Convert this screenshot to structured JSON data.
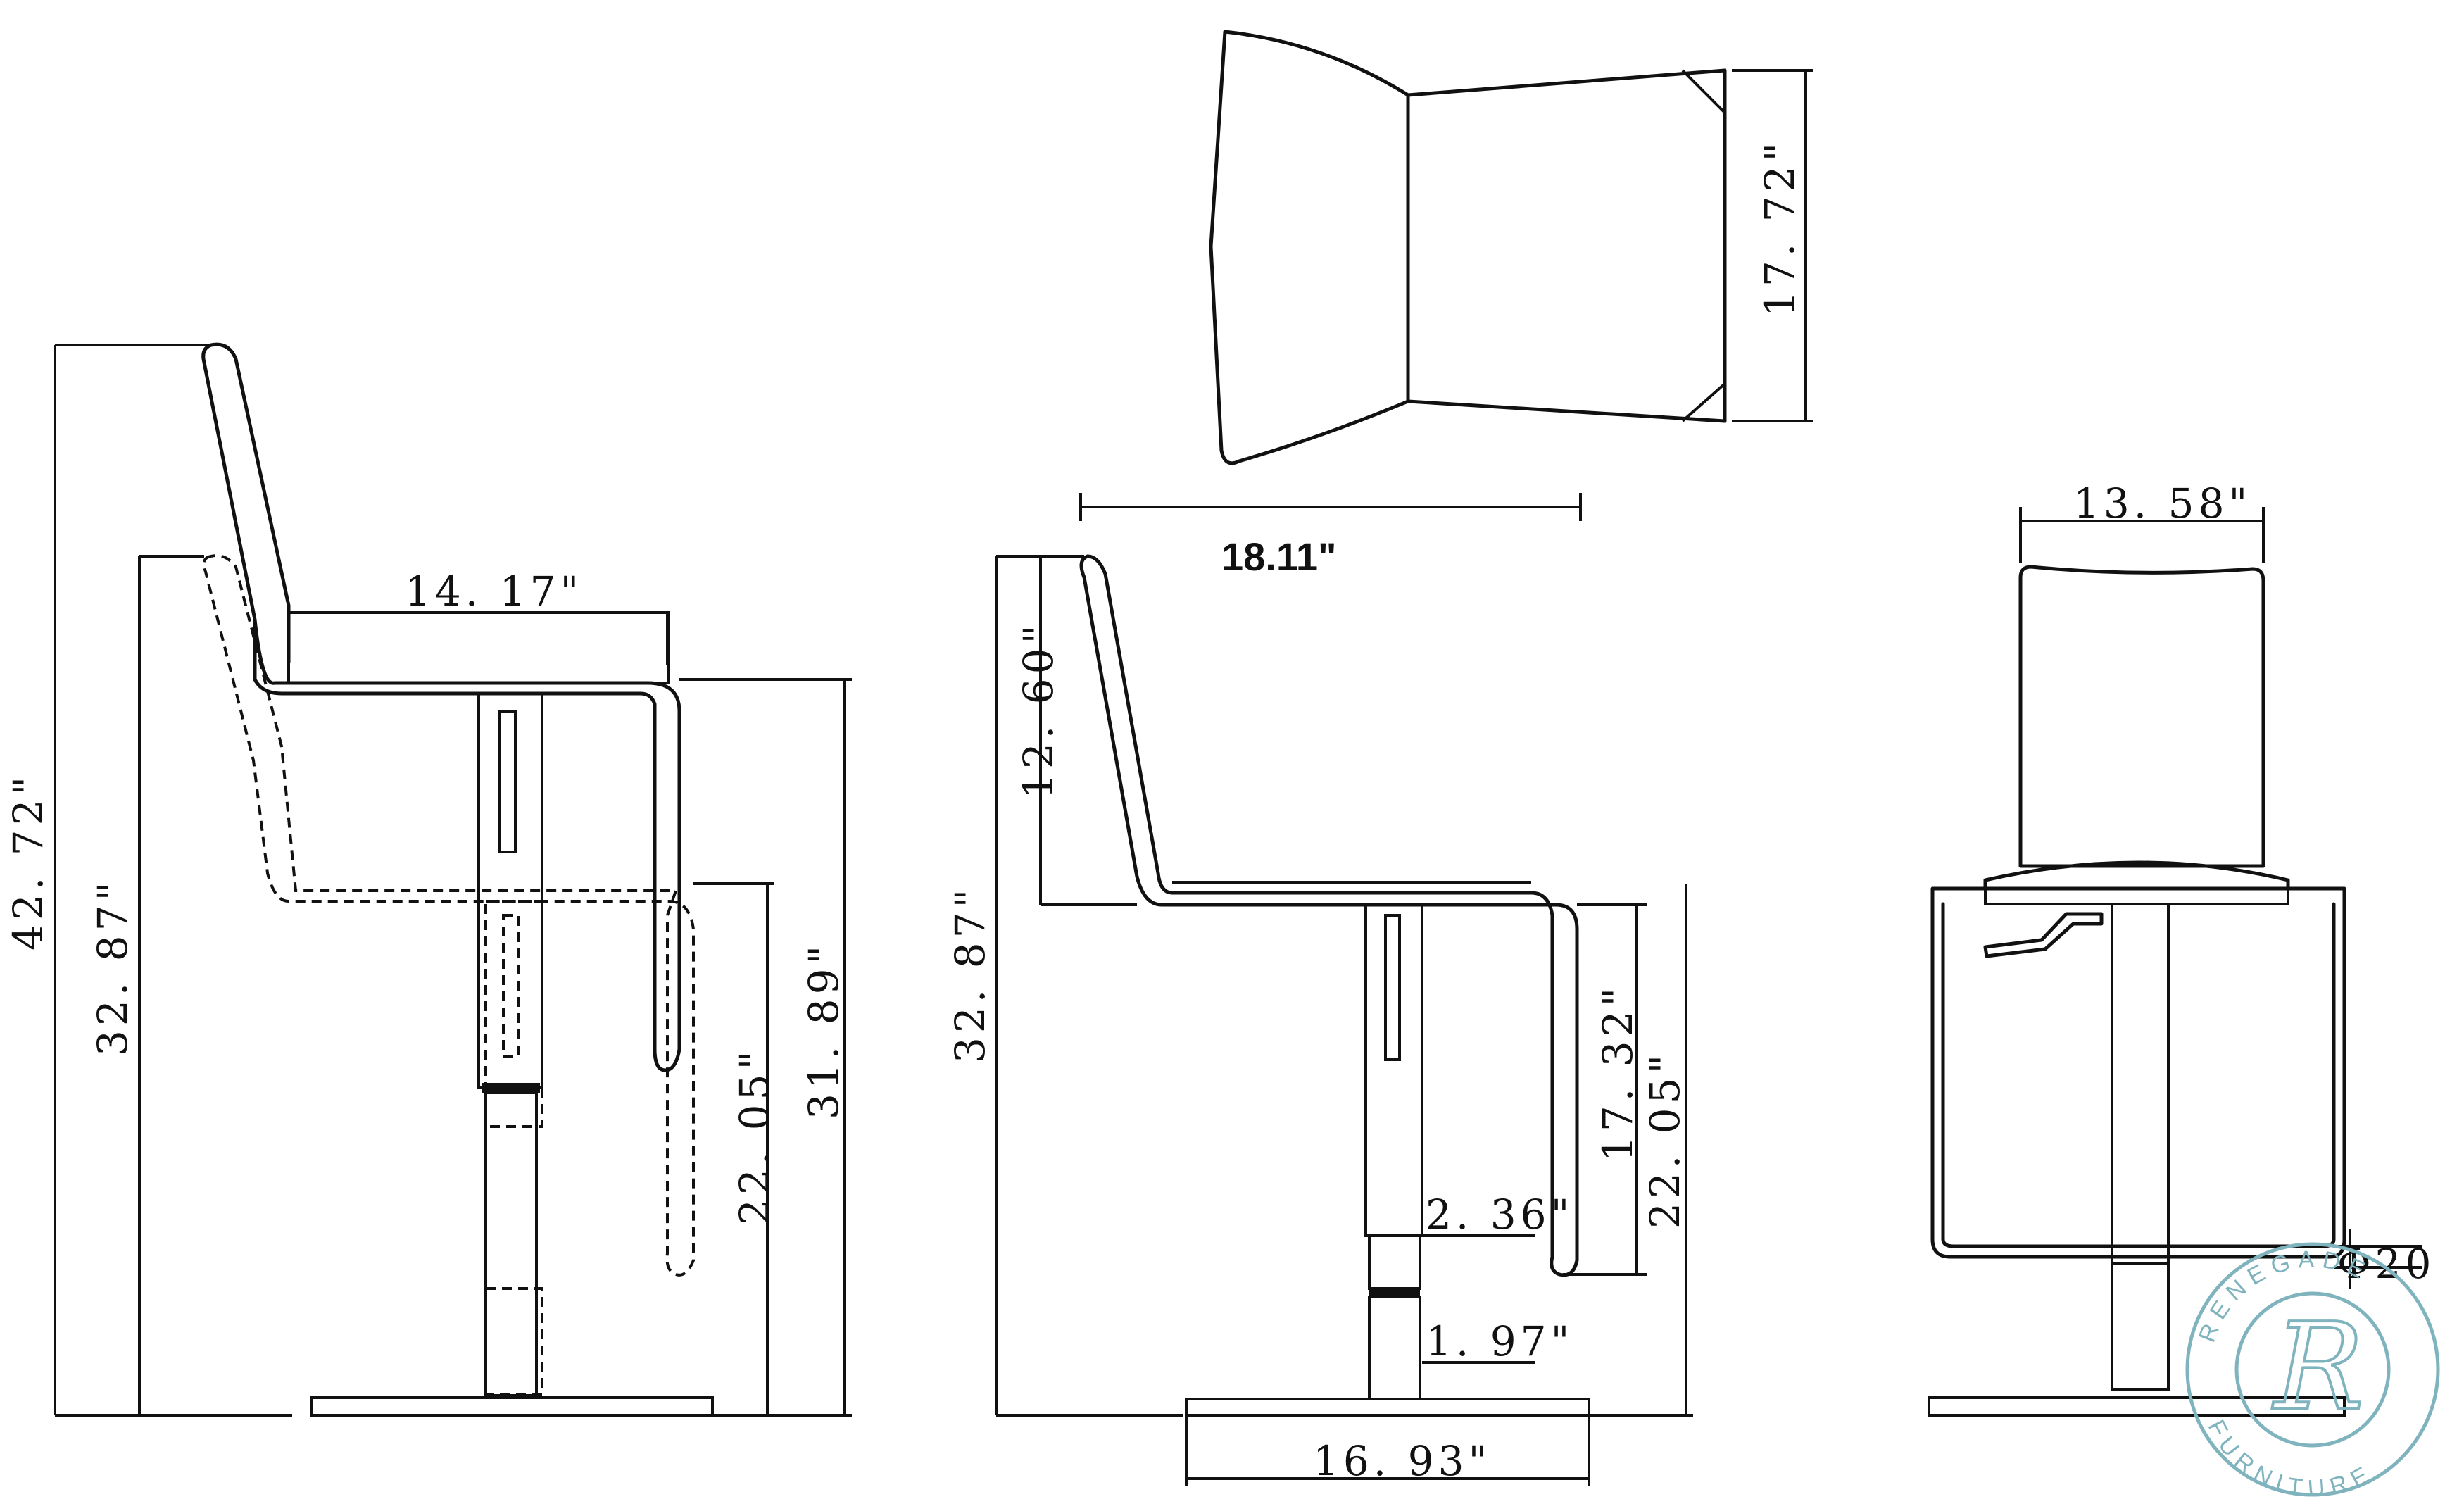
{
  "dimensions": {
    "side_total_height": "42. 72\"",
    "side_seat_height_low": "32. 87\"",
    "side_seat_depth": "14. 17\"",
    "side_seat_height_high": "31. 89\"",
    "side_footrest_height": "22. 05\"",
    "top_depth": "17. 72\"",
    "top_width": "18.11\"",
    "mid_back_height": "12. 60\"",
    "mid_seat_height": "32. 87\"",
    "mid_footrest_low": "17. 32\"",
    "mid_footrest_high": "22. 05\"",
    "mid_column_a": "2. 36\"",
    "mid_column_b": "1. 97\"",
    "mid_base_width": "16. 93\"",
    "front_seat_width": "13. 58\"",
    "front_tube": "Φ20"
  },
  "logo": {
    "top_text": "RENEGADE",
    "bottom_text": "FURNITURE",
    "monogram": "R",
    "color": "#7fb3bd"
  },
  "line_color": "#111111"
}
